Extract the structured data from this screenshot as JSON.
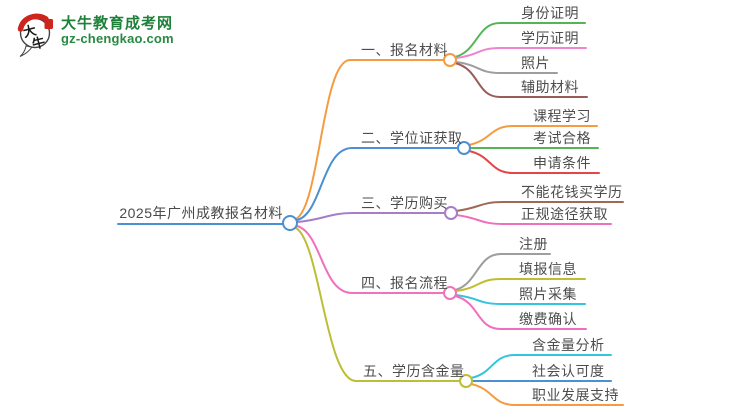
{
  "logo": {
    "icon": "daniu-speech-bubble-icon",
    "title": "大牛教育成考网",
    "domain": "gz-chengkao.com",
    "brand_green": "#1f8139",
    "seal_red": "#cf241b"
  },
  "mindmap": {
    "root": {
      "label": "2025年广州成教报名材料",
      "color": "#4a90d2"
    },
    "branches": [
      {
        "label": "一、报名材料",
        "color": "#f59b40",
        "children": [
          {
            "label": "身份证明",
            "color": "#55b555"
          },
          {
            "label": "学历证明",
            "color": "#ee85d0"
          },
          {
            "label": "照片",
            "color": "#9e9e9e"
          },
          {
            "label": "辅助材料",
            "color": "#9a5c58"
          }
        ]
      },
      {
        "label": "二、学位证获取",
        "color": "#4a90d2",
        "children": [
          {
            "label": "课程学习",
            "color": "#f59b40"
          },
          {
            "label": "考试合格",
            "color": "#55b555"
          },
          {
            "label": "申请条件",
            "color": "#e64545"
          }
        ]
      },
      {
        "label": "三、学历购买",
        "color": "#a77cc9",
        "children": [
          {
            "label": "不能花钱买学历",
            "color": "#9d6b55"
          },
          {
            "label": "正规途径获取",
            "color": "#f06ec0"
          }
        ]
      },
      {
        "label": "四、报名流程",
        "color": "#ef72bb",
        "children": [
          {
            "label": "注册",
            "color": "#9e9e9e"
          },
          {
            "label": "填报信息",
            "color": "#c2bd30"
          },
          {
            "label": "照片采集",
            "color": "#33c5e0"
          },
          {
            "label": "缴费确认",
            "color": "#f06ec0"
          }
        ]
      },
      {
        "label": "五、学历含金量",
        "color": "#bcbe35",
        "children": [
          {
            "label": "含金量分析",
            "color": "#33c5e0"
          },
          {
            "label": "社会认可度",
            "color": "#4a90d2"
          },
          {
            "label": "职业发展支持",
            "color": "#f59b40"
          }
        ]
      }
    ]
  }
}
